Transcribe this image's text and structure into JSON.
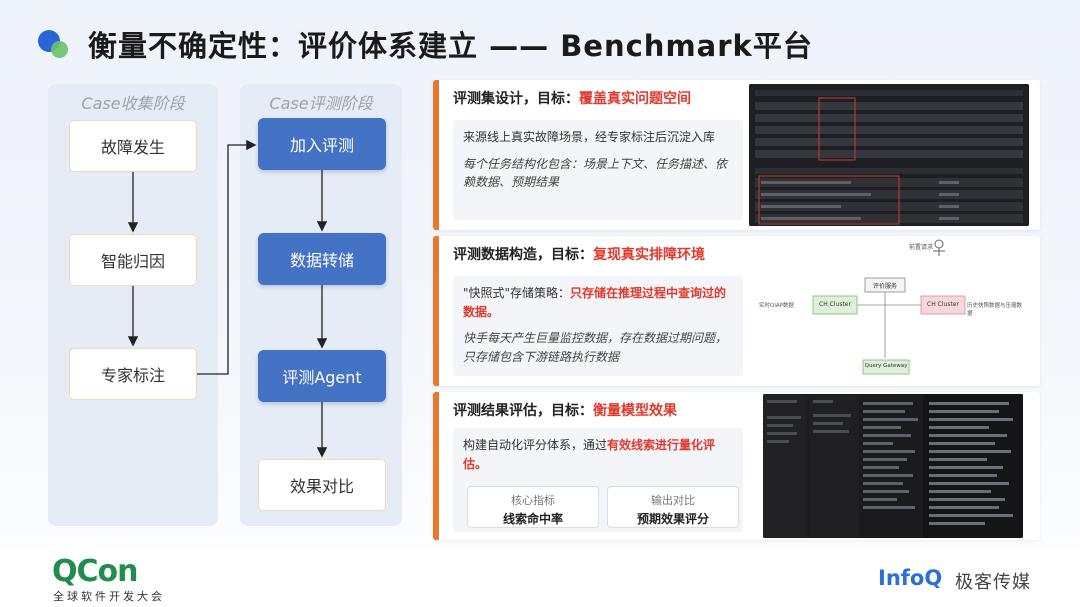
{
  "title": "衡量不确定性：评价体系建立 —— Benchmark平台",
  "left_column": {
    "header": "Case收集阶段",
    "steps": [
      "故障发生",
      "智能归因",
      "专家标注"
    ]
  },
  "mid_column": {
    "header": "Case评测阶段",
    "steps": [
      "加入评测",
      "数据转储",
      "评测Agent",
      "效果对比"
    ]
  },
  "cards": [
    {
      "head_prefix": "评测集设计，目标：",
      "head_highlight": "覆盖真实问题空间",
      "line1": "来源线上真实故障场景，经专家标注后沉淀入库",
      "line2": "每个任务结构化包含：场景上下文、任务描述、依赖数据、预期结果"
    },
    {
      "head_prefix": "评测数据构造，目标：",
      "head_highlight": "复现真实排障环境",
      "line1_prefix": "\"快照式\"存储策略：",
      "line1_highlight": "只存储在推理过程中查询过的数据。",
      "line2": "快手每天产生巨量监控数据，存在数据过期问题，只存储包含下游链路执行数据",
      "diagram_labels": {
        "top": "前置请求",
        "box_center": "评价服务",
        "left_box": "CH Cluster",
        "right_box": "CH Cluster",
        "bottom_box": "Query Gateway",
        "left_text": "实时OlAP数据",
        "right_text": "历史快照数据与压缩数据"
      }
    },
    {
      "head_prefix": "评测结果评估，目标：",
      "head_highlight": "衡量模型效果",
      "line1_prefix": "构建自动化评分体系，通过",
      "line1_highlight": "有效线索进行量化评估。",
      "metrics": [
        {
          "label": "核心指标",
          "value": "线索命中率"
        },
        {
          "label": "输出对比",
          "value": "预期效果评分"
        }
      ]
    }
  ],
  "footer": {
    "left_brand": "QCon",
    "left_sub": "全球软件开发大会",
    "right_brand": "InfoQ",
    "right_cn": "极客传媒"
  },
  "colors": {
    "accent_blue": "#4472c4",
    "accent_orange": "#e9782c",
    "highlight_red": "#e03a2e",
    "qcon_green": "#1f8e4d"
  }
}
